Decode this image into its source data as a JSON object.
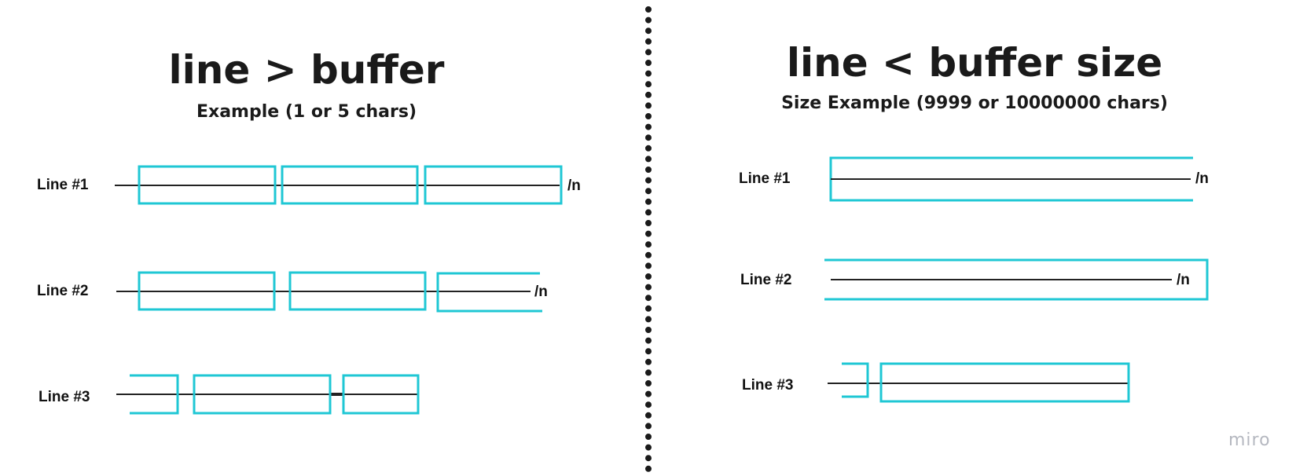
{
  "colors": {
    "buffer": "#1fc7d4",
    "line": "#222222",
    "divider": "#1a1a1a",
    "text": "#1a1a1a"
  },
  "left": {
    "title": "line > buffer",
    "subtitle": "Example (1 or 5 chars)",
    "rows": [
      {
        "label": "Line #1",
        "end": "/n"
      },
      {
        "label": "Line #2",
        "end": "/n"
      },
      {
        "label": "Line #3",
        "end": ""
      }
    ]
  },
  "right": {
    "title": "line < buffer size",
    "subtitle": "Size Example (9999 or 10000000 chars)",
    "rows": [
      {
        "label": "Line #1",
        "end": "/n"
      },
      {
        "label": "Line #2",
        "end": "/n"
      },
      {
        "label": "Line #3",
        "end": ""
      }
    ]
  },
  "watermark": "miro"
}
